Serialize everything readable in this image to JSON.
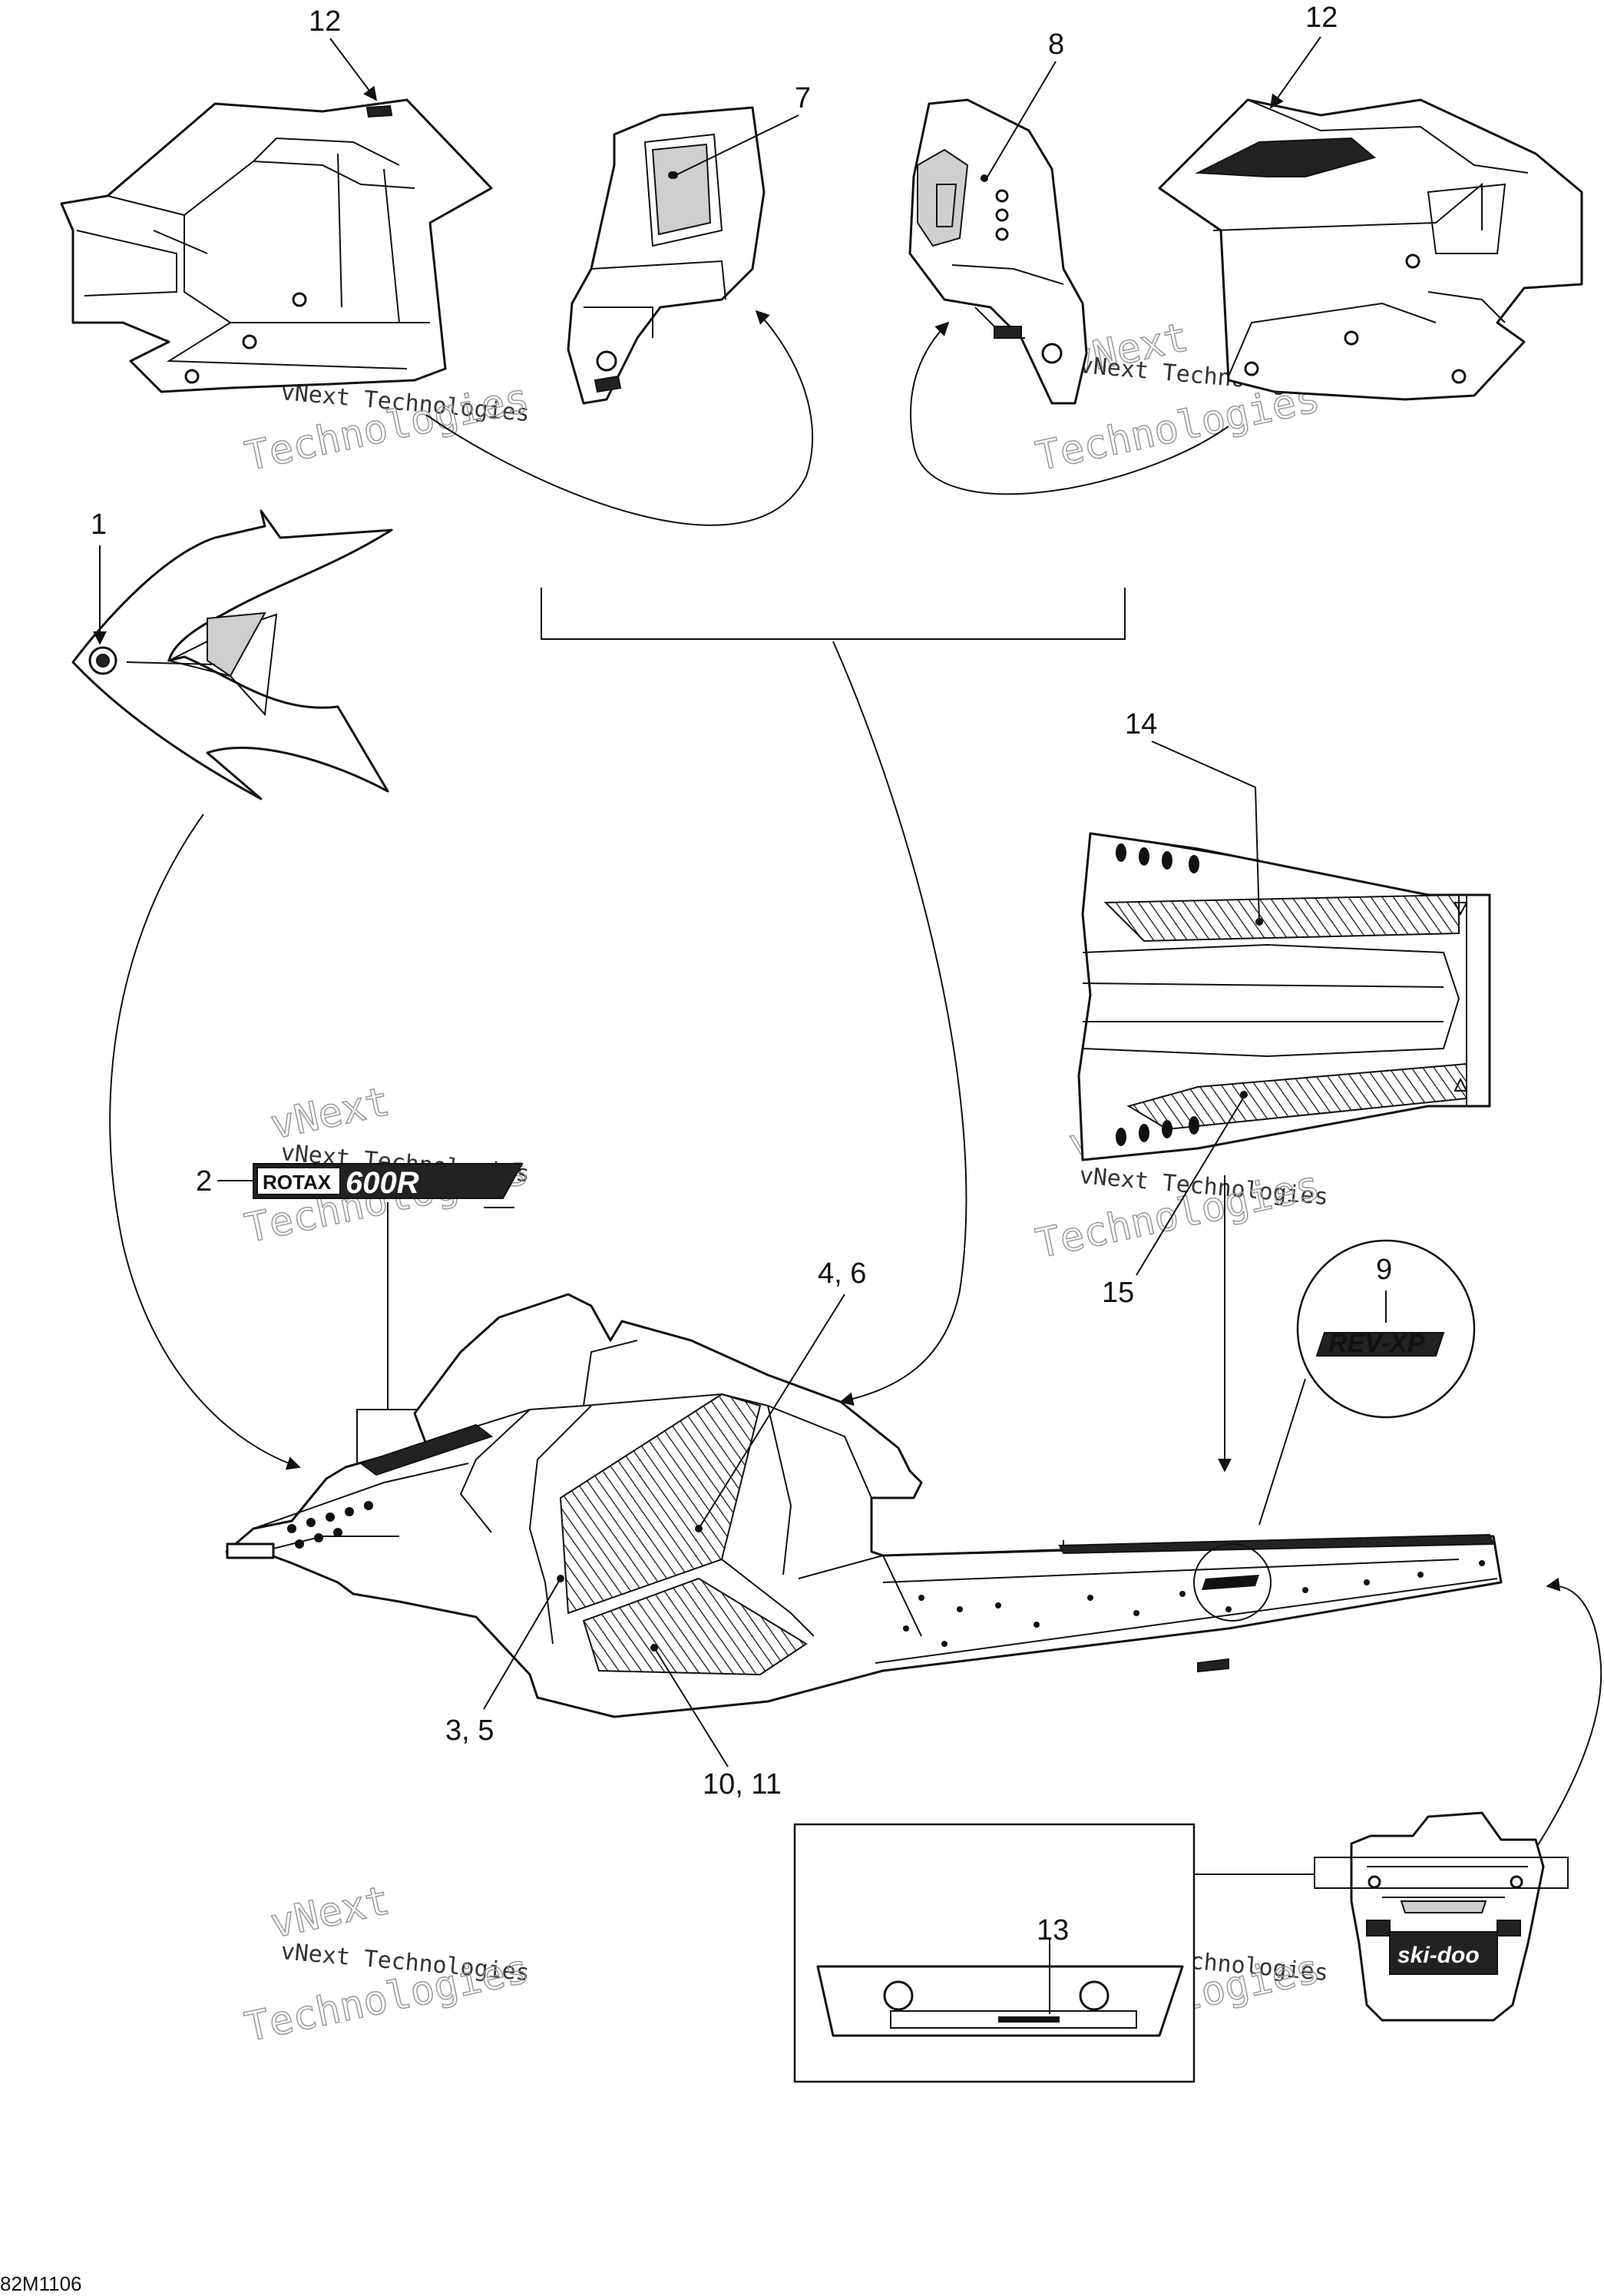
{
  "figure": {
    "document_id": "82M1106",
    "callouts": {
      "c12_left": "12",
      "c7": "7",
      "c8": "8",
      "c12_right": "12",
      "c1": "1",
      "c14": "14",
      "c2": "2",
      "c15": "15",
      "c9": "9",
      "c4_6": "4, 6",
      "c3_5": "3, 5",
      "c10_11": "10, 11",
      "c13": "13"
    },
    "decal_text": {
      "rotax": "ROTAX",
      "engine_model": "600R",
      "rev_xp": "REV-XP",
      "brand": "ski-doo"
    },
    "watermark": {
      "line1": "vNext",
      "line2": "vNext Technologies",
      "line3": "Technologies"
    }
  }
}
